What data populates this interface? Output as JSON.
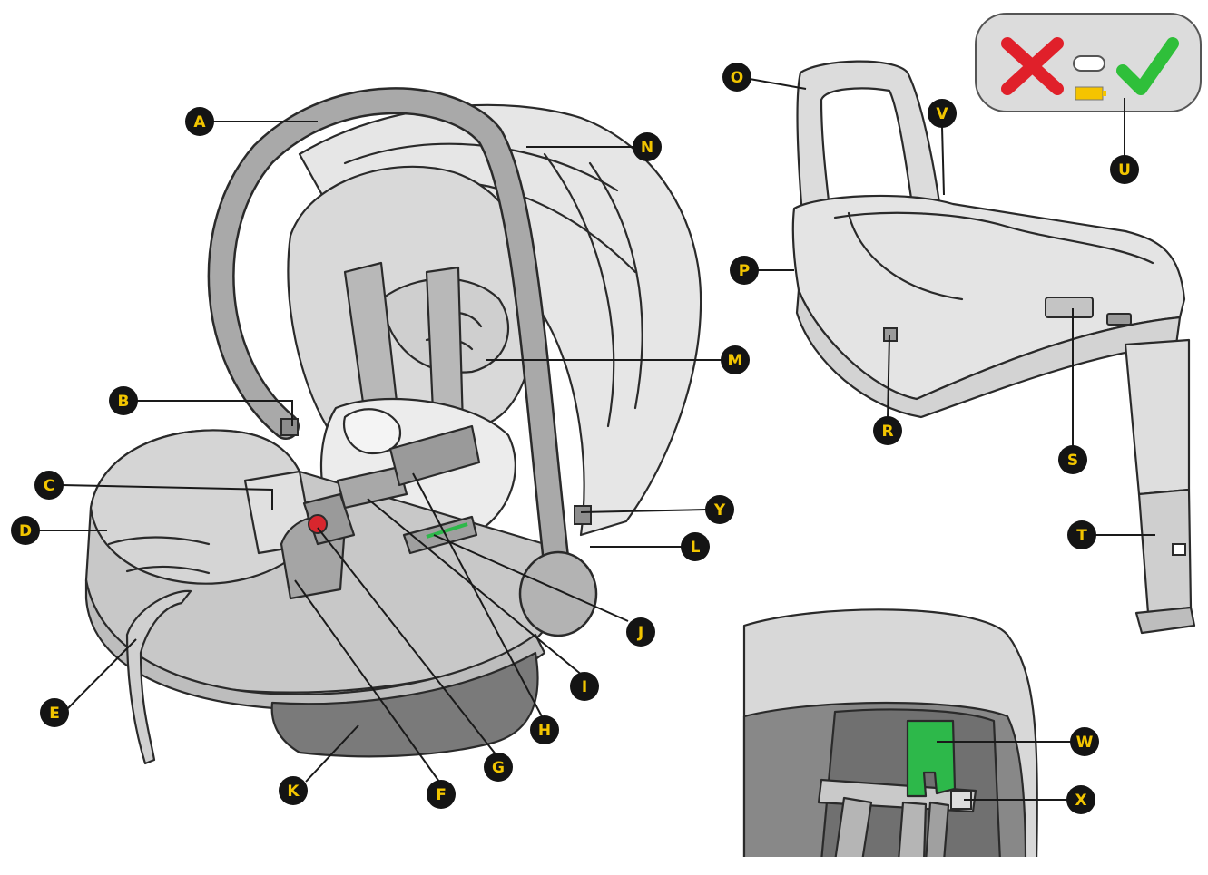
{
  "diagram": {
    "callouts": [
      "A",
      "B",
      "C",
      "D",
      "E",
      "F",
      "G",
      "H",
      "I",
      "J",
      "K",
      "L",
      "M",
      "N",
      "O",
      "P",
      "R",
      "S",
      "T",
      "U",
      "V",
      "W",
      "X",
      "Y"
    ]
  },
  "colors": {
    "callout_fill": "#141414",
    "callout_text": "#f2c500",
    "indicator_red": "#e0202a",
    "indicator_green": "#2fbf3a",
    "battery_yellow": "#f5c400",
    "release_button_red": "#d8262e",
    "lock_tab_green": "#2db84a",
    "shell_dark": "#7a7a7a",
    "shell_light": "#cfcfcf"
  }
}
